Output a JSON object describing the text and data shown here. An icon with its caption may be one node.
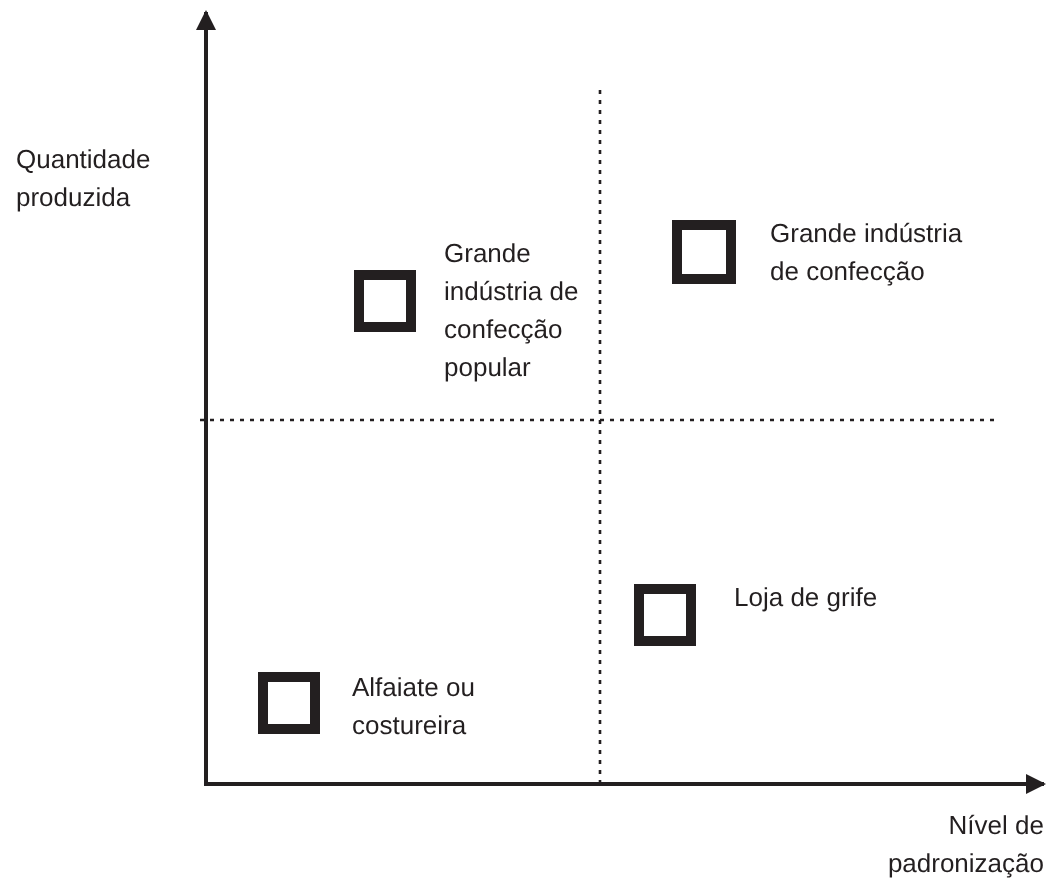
{
  "diagram": {
    "nodes": [
      {
        "text": [],
        "shape": "box",
        "beside": [
          "Grande indústria de confecção popular"
        ]
      },
      {
        "text": [],
        "shape": "box",
        "beside": [
          "Grande indústria de confecção"
        ]
      },
      {
        "text": [],
        "shape": "box",
        "beside": [
          "Loja de grife"
        ]
      },
      {
        "text": [],
        "shape": "box",
        "beside": [
          "Alfaiate ou costureira"
        ]
      }
    ],
    "edges": [],
    "labels": [
      "Quantidade produzida",
      "Nível de padronização"
    ]
  }
}
